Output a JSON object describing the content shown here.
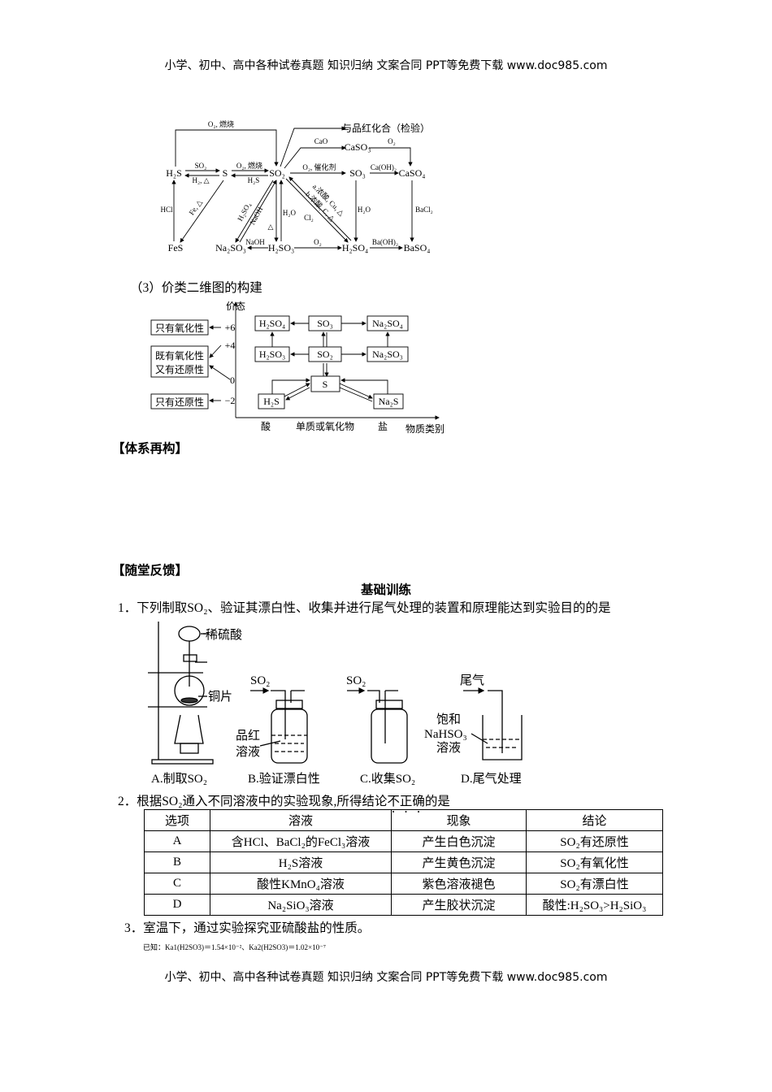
{
  "header": "小学、初中、高中各种试卷真题 知识归纳 文案合同 PPT等免费下载   www.doc985.com",
  "footer": "小学、初中、高中各种试卷真题 知识归纳 文案合同 PPT等免费下载   www.doc985.com",
  "diagram1": {
    "nodes": [
      "H₂S",
      "S",
      "SO₂",
      "SO₃",
      "CaSO₄",
      "CaSO₃",
      "与品红化合（检验）",
      "FeS",
      "Na₂SO₃",
      "H₂SO₃",
      "H₂SO₄",
      "BaSO₄"
    ],
    "labels": [
      "O₂, 燃烧",
      "SO₂",
      "H₂, △",
      "O₂, 燃烧",
      "H₂S",
      "O₂, 催化剂",
      "CaO",
      "O₂",
      "Ca(OH)₂",
      "HCl",
      "Fe, △",
      "H₂SO₄",
      "NaOH",
      "△",
      "H₂O",
      "a.浓酸, Cu, △",
      "b.浓酸, C, △",
      "Cl₂",
      "H₂O",
      "BaCl₂",
      "NaOH",
      "O₂",
      "Ba(OH)₂"
    ]
  },
  "section3_title": "（3）价类二维图的构建",
  "diagram2": {
    "y_axis": "价态",
    "x_axis": "物质类别",
    "ticks": [
      "+6",
      "+4",
      "0",
      "−2"
    ],
    "properties": [
      "只有氧化性",
      "既有氧化性",
      "又有还原性",
      "只有还原性"
    ],
    "nodes": [
      "H₂SO₄",
      "SO₃",
      "Na₂SO₄",
      "H₂SO₃",
      "SO₂",
      "Na₂SO₃",
      "S",
      "H₂S",
      "Na₂S"
    ],
    "categories": [
      "酸",
      "单质或氧化物",
      "盐"
    ]
  },
  "section_rebuild": "【体系再构】",
  "section_feedback": "【随堂反馈】",
  "basic_training": "基础训练",
  "q1": "1．下列制取SO₂、验证其漂白性、收集并进行尾气处理的装置和原理能达到实验目的的是",
  "apparatus": {
    "labels": [
      "稀硫酸",
      "铜片",
      "SO₂",
      "品红",
      "溶液",
      "SO₂",
      "尾气",
      "饱和",
      "NaHSO₃",
      "溶液"
    ],
    "captions": [
      "A.制取SO₂",
      "B.验证漂白性",
      "C.收集SO₂",
      "D.尾气处理"
    ]
  },
  "q2": {
    "pre": "2．根据SO₂通入不同溶液中的实验现象,所得结论",
    "emph": "不正确",
    "post": "的是"
  },
  "table": {
    "headers": [
      "选项",
      "溶液",
      "现象",
      "结论"
    ],
    "rows": [
      [
        "A",
        "含HCl、BaCl₂的FeCl₃溶液",
        "产生白色沉淀",
        "SO₂有还原性"
      ],
      [
        "B",
        "H₂S溶液",
        "产生黄色沉淀",
        "SO₂有氧化性"
      ],
      [
        "C",
        "酸性KMnO₄溶液",
        "紫色溶液褪色",
        "SO₂有漂白性"
      ],
      [
        "D",
        "Na₂SiO₃溶液",
        "产生胶状沉淀",
        "酸性:H₂SO₃>H₂SiO₃"
      ]
    ]
  },
  "q3": "3．室温下，通过实验探究亚硫酸盐的性质。",
  "q3_note": "已知：Ka1(H2SO3)＝1.54×10⁻²、Ka2(H2SO3)＝1.02×10⁻⁷"
}
